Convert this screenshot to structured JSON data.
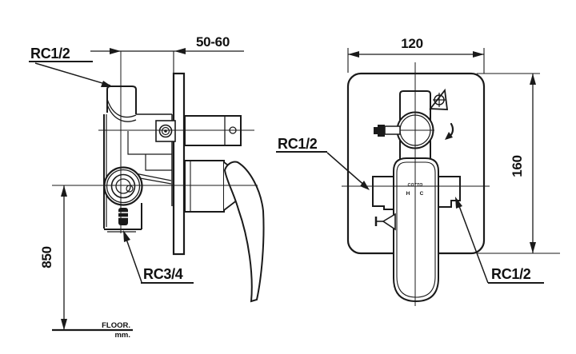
{
  "drawing": {
    "dimensions": {
      "depth_range": "50-60",
      "plate_width": "120",
      "plate_height": "160",
      "mount_height": "850"
    },
    "labels": {
      "inlet_top": "RC1/2",
      "outlet_bottom": "RC3/4",
      "front_left": "RC1/2",
      "front_right": "RC1/2",
      "floor": "FLOOR.",
      "units": "mm.",
      "hot": "H",
      "cold": "C",
      "brand": "COTTO"
    },
    "colors": {
      "line": "#1a1a1a",
      "background": "#ffffff"
    }
  }
}
